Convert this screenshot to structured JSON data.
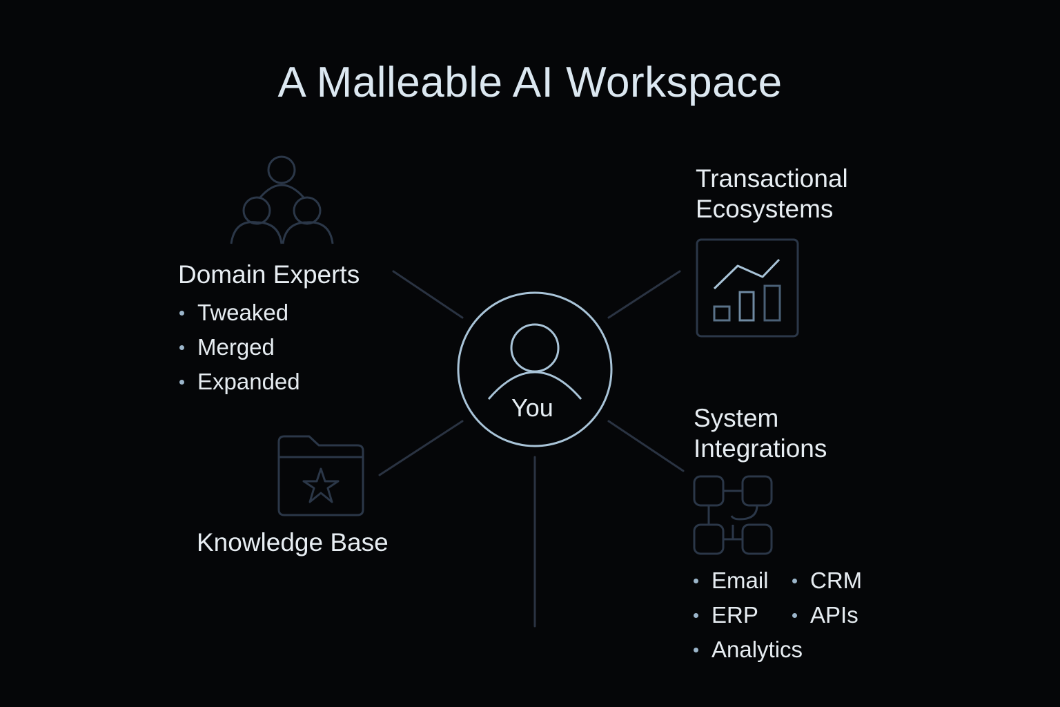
{
  "title": "A Malleable AI Workspace",
  "center": {
    "label": "You",
    "icon": "user-icon"
  },
  "nodes": {
    "domain_experts": {
      "heading": "Domain Experts",
      "icon": "people-group-icon",
      "bullets": [
        "Tweaked",
        "Merged",
        "Expanded"
      ]
    },
    "transactional": {
      "heading_line1": "Transactional",
      "heading_line2": "Ecosystems",
      "icon": "bar-chart-trend-icon"
    },
    "knowledge_base": {
      "heading": "Knowledge Base",
      "icon": "folder-star-icon"
    },
    "system_integrations": {
      "heading_line1": "System",
      "heading_line2": "Integrations",
      "icon": "connected-nodes-icon",
      "bullets_col1": [
        "Email",
        "ERP",
        "Analytics"
      ],
      "bullets_col2": [
        "CRM",
        "APIs"
      ]
    }
  },
  "colors": {
    "background": "#050608",
    "center_ring": "#a9c4d8",
    "icon_stroke": "#2b3748",
    "connector": "#2a3342",
    "bullet_dot": "#9cb6cb",
    "text": "#e6ecf1"
  }
}
